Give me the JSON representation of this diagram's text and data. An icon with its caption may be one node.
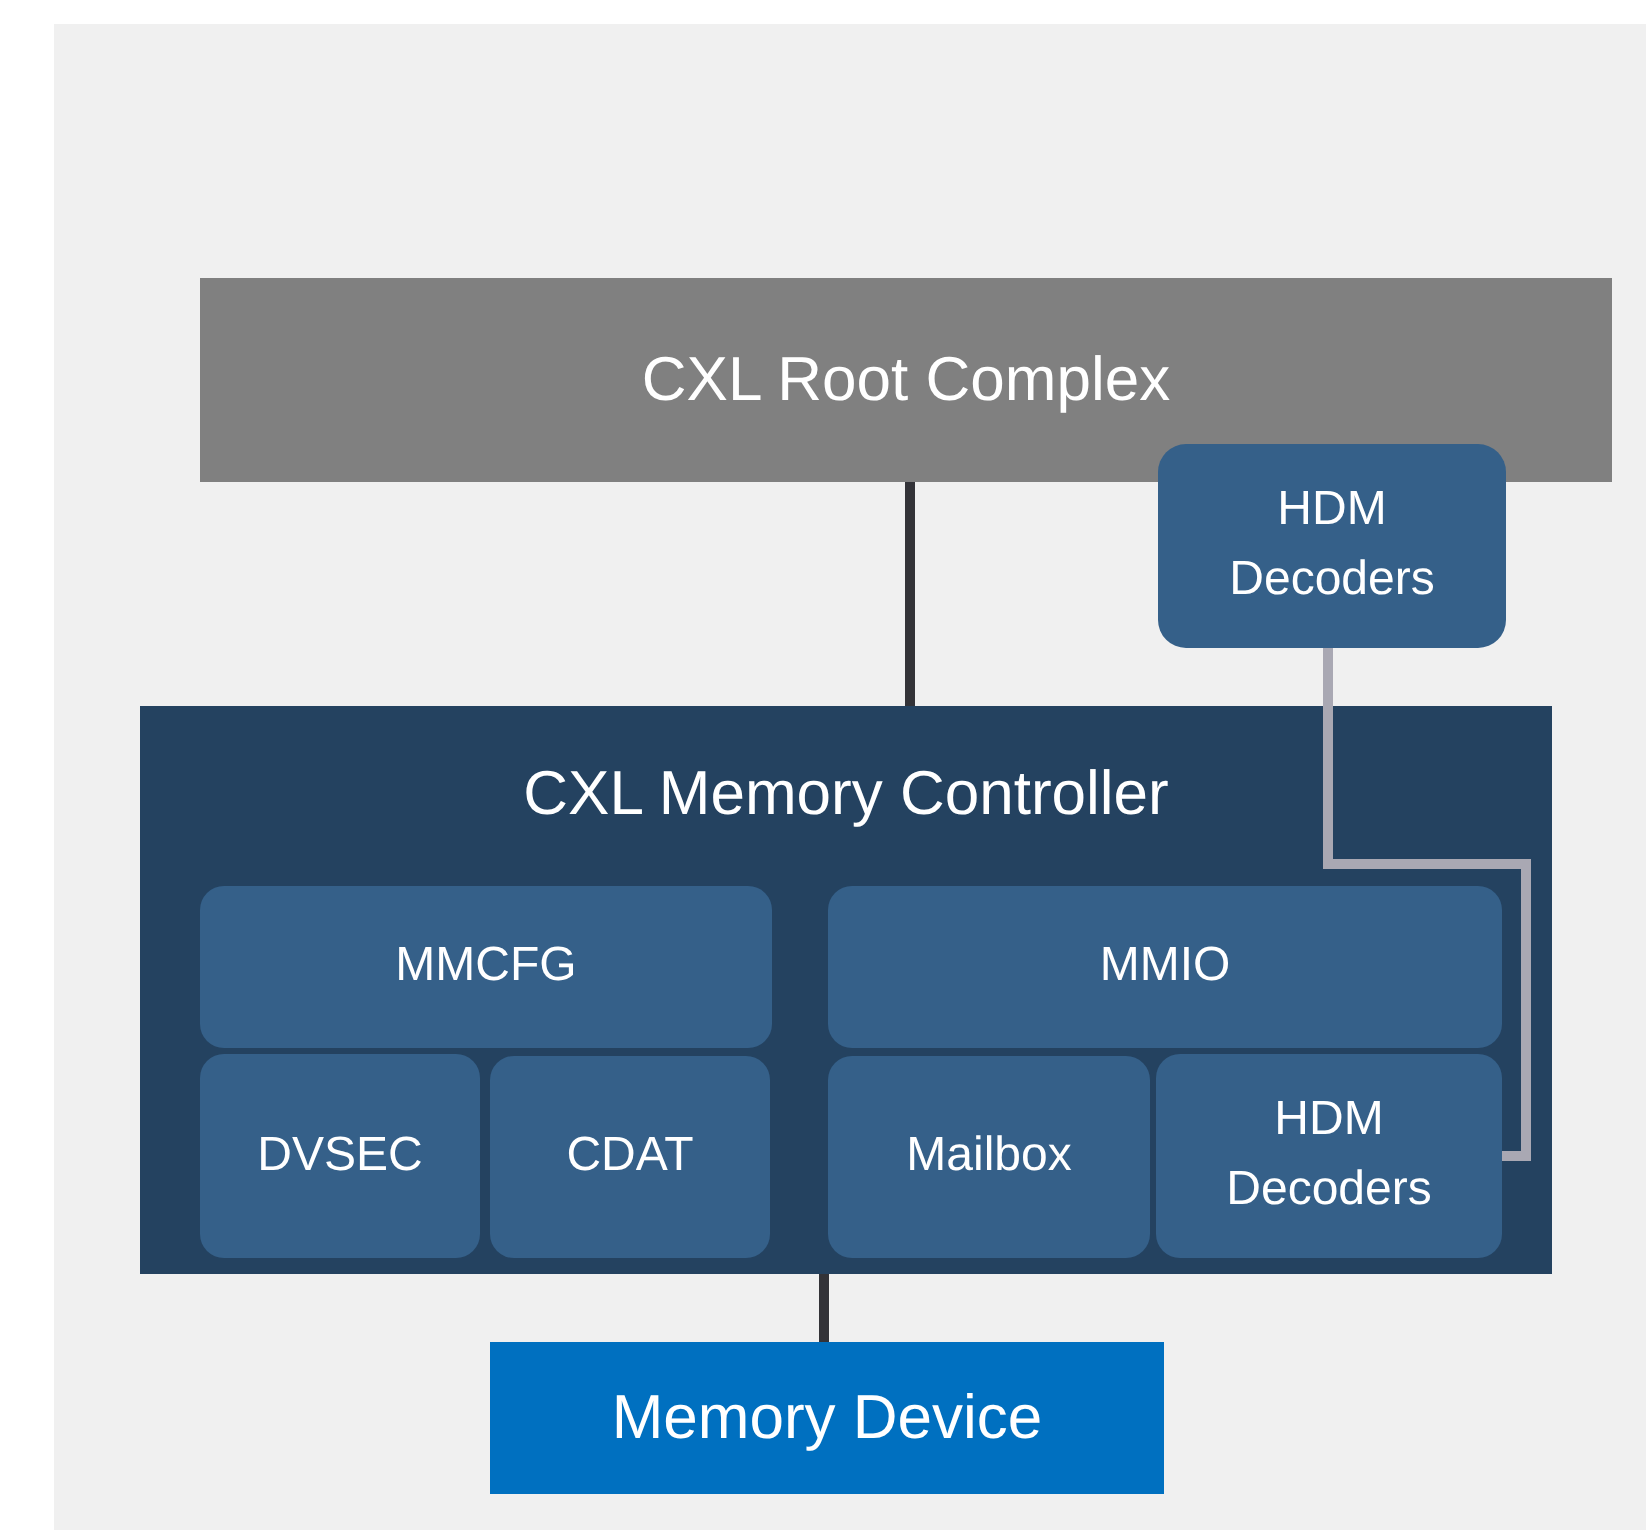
{
  "diagram": {
    "nodes": [
      {
        "text": [
          "CXL Root Complex"
        ]
      },
      {
        "text": [
          "HDM Decoders"
        ]
      },
      {
        "text": [
          "CXL Memory Controller"
        ]
      },
      {
        "text": [
          "MMCFG"
        ],
        "in": 2
      },
      {
        "text": [
          "MMIO"
        ],
        "in": 2
      },
      {
        "text": [
          "DVSEC"
        ],
        "in": 2
      },
      {
        "text": [
          "CDAT"
        ],
        "in": 2
      },
      {
        "text": [
          "Mailbox"
        ],
        "in": 2
      },
      {
        "text": [
          "HDM Decoders"
        ],
        "in": 2
      },
      {
        "text": [
          "Memory Device"
        ]
      }
    ],
    "edges": [
      {
        "from": 0,
        "to": 2,
        "arrow": "none"
      },
      {
        "from": 1,
        "to": 8,
        "arrow": "none",
        "color": "#a9a8b3"
      },
      {
        "from": 2,
        "to": 9,
        "arrow": "none"
      }
    ]
  }
}
